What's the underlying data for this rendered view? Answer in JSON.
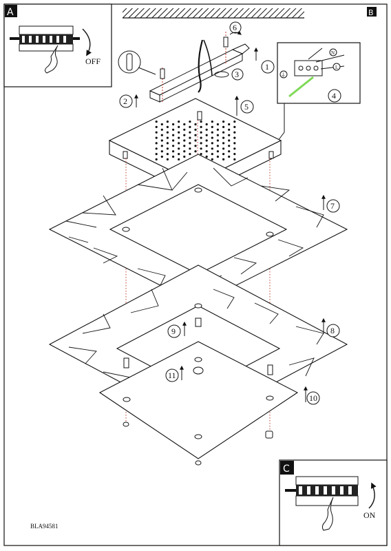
{
  "panel_labels": {
    "a": "A",
    "b": "B",
    "c": "C"
  },
  "switch_labels": {
    "off": "OFF",
    "on": "ON"
  },
  "wire_labels": {
    "n": "N",
    "l": "L",
    "ground": "⏚"
  },
  "steps": {
    "s1": "1",
    "s2": "2",
    "s3": "3",
    "s4": "4",
    "s5": "5",
    "s6": "6",
    "s7": "7",
    "s8": "8",
    "s9": "9",
    "s10": "10",
    "s11": "11"
  },
  "article_code": "BLA94581",
  "colors": {
    "line": "#111111",
    "drill_line": "#c0392b",
    "wire_highlight": "#7ed957"
  }
}
